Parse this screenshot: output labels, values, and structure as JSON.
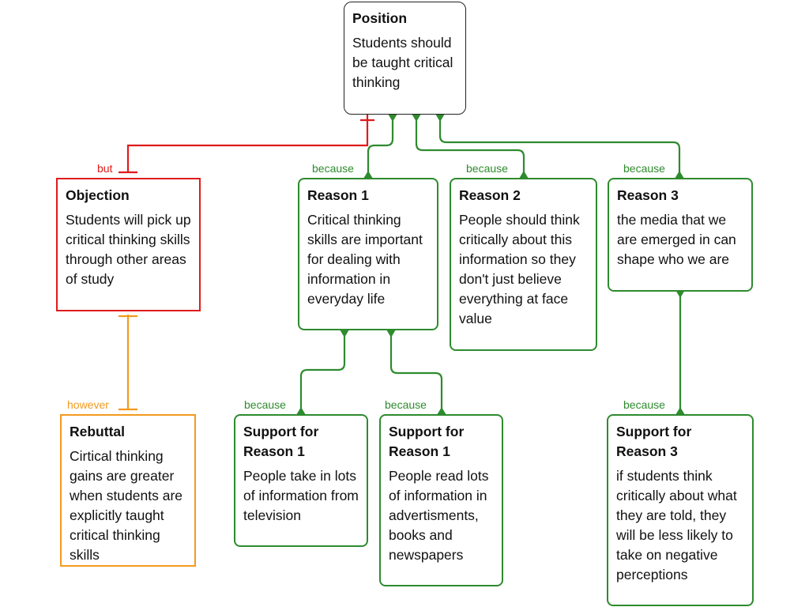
{
  "colors": {
    "position": "#222222",
    "objection": "#e01b1b",
    "rebuttal": "#f39a1e",
    "reason": "#2e8b2e"
  },
  "position": {
    "title": "Position",
    "text": "Students should be taught critical thinking"
  },
  "objection": {
    "title": "Objection",
    "text": "Students will pick up critical thinking skills through other areas of study"
  },
  "rebuttal": {
    "title": "Rebuttal",
    "text": "Cirtical thinking gains are greater when students are explicitly taught critical thinking skills"
  },
  "reasons": [
    {
      "title": "Reason 1",
      "text": "Critical thinking skills are important for dealing with information in everyday life"
    },
    {
      "title": "Reason 2",
      "text": "People should think critically about this information so they don't just believe everything at face value"
    },
    {
      "title": "Reason 3",
      "text": "the media that we are emerged in can shape who we are"
    }
  ],
  "supports": [
    {
      "title": "Support for Reason 1",
      "text": "People take in lots of information from television"
    },
    {
      "title": "Support for Reason 1",
      "text": "People read lots of information in advertisments, books and newspapers"
    },
    {
      "title": "Support for Reason 3",
      "text": "if students think critically about what they are told, they will be less likely to take on negative perceptions"
    }
  ],
  "labels": {
    "but": "but",
    "however": "however",
    "because": "because"
  }
}
